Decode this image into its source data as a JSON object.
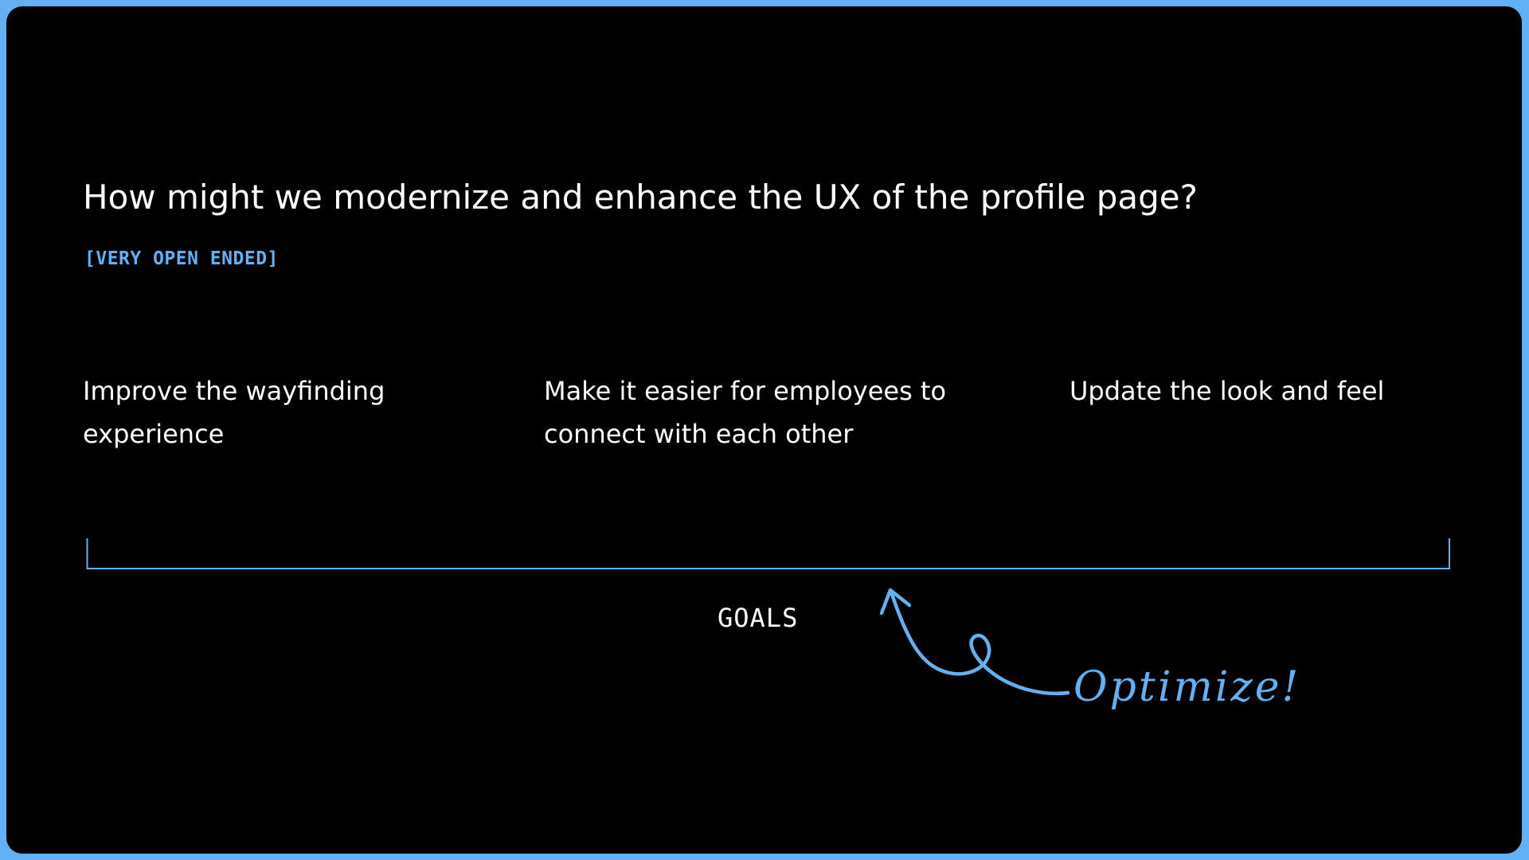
{
  "slide": {
    "question": "How might we modernize and enhance the UX of the profile page?",
    "tag": "[VERY OPEN ENDED]",
    "goals": [
      "Improve the wayfinding experience",
      "Make it easier for employees to connect with each other",
      "Update the look and feel"
    ],
    "bracket_label": "GOALS",
    "annotation": "Optimize!"
  },
  "colors": {
    "background": "#000000",
    "frame": "#62b1f4",
    "accent": "#62b1f4",
    "text": "#ffffff"
  },
  "icons": {
    "bracket": "bracket-line",
    "arrow": "hand-drawn-loop-arrow-icon"
  }
}
